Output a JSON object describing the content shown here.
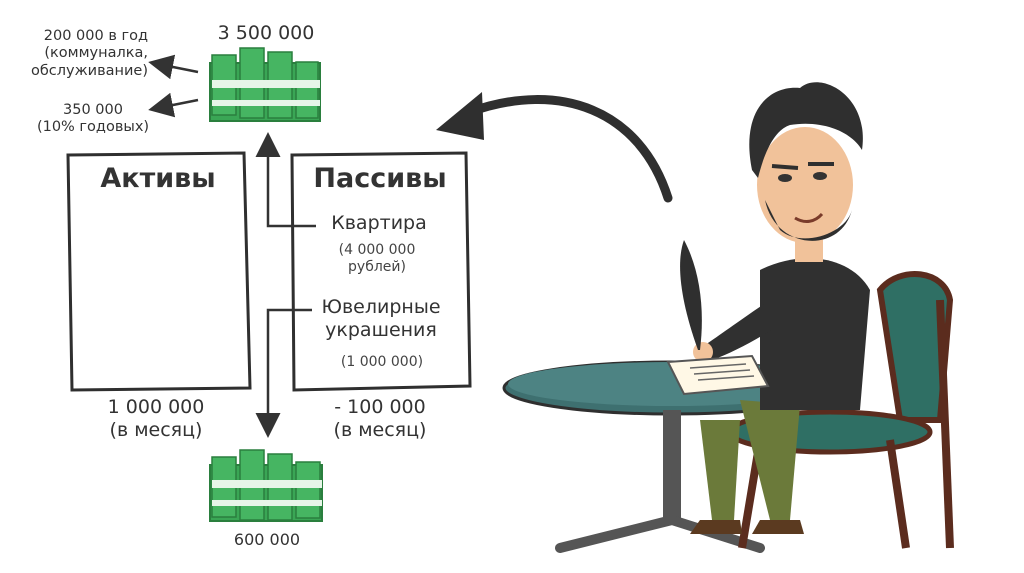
{
  "top_amount": "3 500 000",
  "expense_note": [
    "200 000 в год",
    "(коммуналка,",
    "обслуживание)"
  ],
  "interest_note": [
    "350 000",
    "(10% годовых)"
  ],
  "assets": {
    "title": "Активы",
    "footer": [
      "1 000 000",
      "(в месяц)"
    ]
  },
  "liabilities": {
    "title": "Пассивы",
    "item1_name": "Квартира",
    "item1_detail": [
      "(4 000 000",
      "рублей)"
    ],
    "item2_name": [
      "Ювелирные",
      "украшения"
    ],
    "item2_detail": "(1 000 000)",
    "footer": [
      "- 100 000",
      "(в месяц)"
    ]
  },
  "bottom_amount": "600 000",
  "colors": {
    "money": "#3aa655",
    "money_dark": "#2a7f3e",
    "ink": "#333333",
    "table_top": "#3e7070",
    "chair": "#5b2c1e",
    "chair_seat": "#2f6f64",
    "skin": "#f1c29a",
    "hair": "#2f2f2f",
    "shirt": "#303030",
    "pants": "#6b7a3a"
  }
}
